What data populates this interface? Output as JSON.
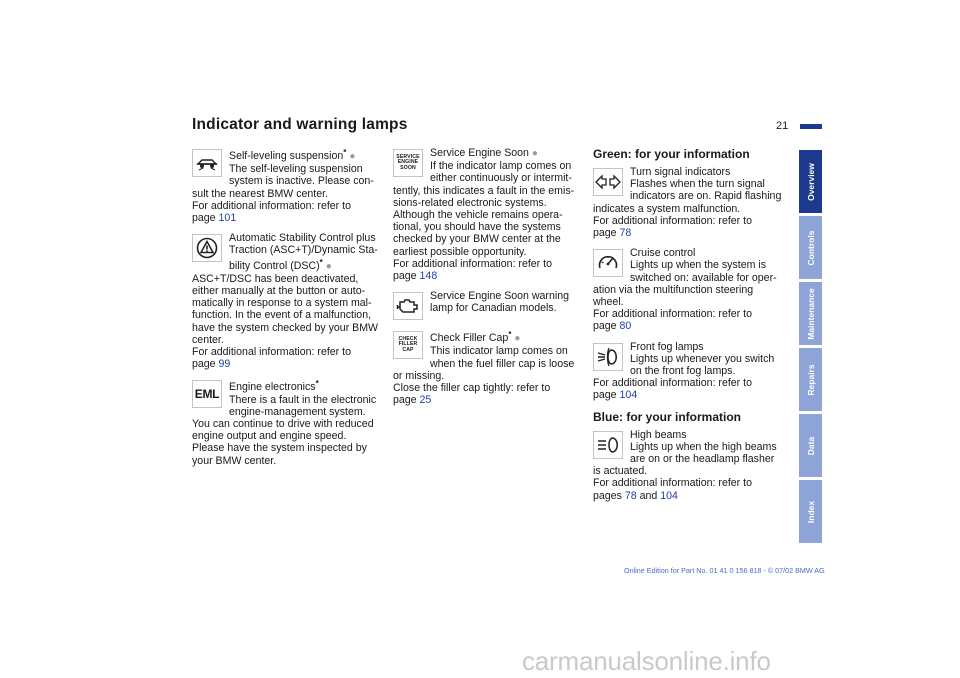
{
  "title": "Indicator and warning lamps",
  "page_number": "21",
  "col1": {
    "self_leveling": {
      "heading": "Self-leveling suspension",
      "star": "*",
      "dot": "●",
      "l1": "The self-leveling suspension",
      "l2": "system is inactive. Please con-",
      "l3": "sult the nearest BMW center.",
      "l4": "For additional information: refer to",
      "page_word": "page",
      "ref": "101"
    },
    "asc": {
      "l1": "Automatic Stability Control plus",
      "l2": "Traction (ASC+T)/Dynamic Sta-",
      "l3a": "bility Control (DSC)",
      "star": "*",
      "dot": "●",
      "l4": "ASC+T/DSC has been deactivated,",
      "l5": "either manually at the button or auto-",
      "l6": "matically in response to a system mal-",
      "l7": "function. In the event of a malfunction,",
      "l8": "have the system checked by your BMW",
      "l9": "center.",
      "l10": "For additional information: refer to",
      "page_word": "page",
      "ref": "99"
    },
    "engine_electronics": {
      "icon_label": "EML",
      "heading": "Engine electronics",
      "star": "*",
      "l1": "There is a fault in the electronic",
      "l2": "engine-management system.",
      "l3": "You can continue to drive with reduced",
      "l4": "engine output and engine speed.",
      "l5": "Please have the system inspected by",
      "l6": "your BMW center."
    }
  },
  "col2": {
    "service_engine_soon": {
      "icon_l1": "SERVICE",
      "icon_l2": "ENGINE",
      "icon_l3": "SOON",
      "heading": "Service Engine Soon",
      "dot": "●",
      "l1": "If the indicator lamp comes on",
      "l2": "either continuously or intermit-",
      "l3": "tently, this indicates a fault in the emis-",
      "l4": "sions-related electronic systems.",
      "l5": "Although the vehicle remains opera-",
      "l6": "tional, you should have the systems",
      "l7": "checked by your BMW center at the",
      "l8": "earliest possible opportunity.",
      "l9": "For additional information: refer to",
      "page_word": "page",
      "ref": "148"
    },
    "canada": {
      "l1": "Service Engine Soon warning",
      "l2": "lamp for Canadian models."
    },
    "check_filler_cap": {
      "icon_l1": "CHECK",
      "icon_l2": "FILLER",
      "icon_l3": "CAP",
      "heading": "Check Filler Cap",
      "star": "*",
      "dot": "●",
      "l1": "This indicator lamp comes on",
      "l2": "when the fuel filler cap is loose",
      "l3": "or missing.",
      "l4": "Close the filler cap tightly: refer to",
      "page_word": "page",
      "ref": "25"
    }
  },
  "col3": {
    "green_heading": "Green: for your information",
    "turn_signal": {
      "heading": "Turn signal indicators",
      "l1": "Flashes when the turn signal",
      "l2": "indicators are on. Rapid flashing",
      "l3": "indicates a system malfunction.",
      "l4": "For additional information: refer to",
      "page_word": "page",
      "ref": "78"
    },
    "cruise": {
      "heading": "Cruise control",
      "l1": "Lights up when the system is",
      "l2": "switched on: available for oper-",
      "l3": "ation via the multifunction steering",
      "l4": "wheel.",
      "l5": "For additional information: refer to",
      "page_word": "page",
      "ref": "80"
    },
    "fog": {
      "heading": "Front fog lamps",
      "l1": "Lights up whenever you switch",
      "l2": "on the front fog lamps.",
      "l3": "For additional information: refer to",
      "page_word": "page",
      "ref": "104"
    },
    "blue_heading": "Blue: for your information",
    "high_beams": {
      "heading": "High beams",
      "l1": "Lights up when the high beams",
      "l2": "are on or the headlamp flasher",
      "l3": "is actuated.",
      "l4": "For additional information: refer to",
      "pages_word": "pages",
      "ref1": "78",
      "and_word": "and",
      "ref2": "104"
    }
  },
  "tabs": [
    "Overview",
    "Controls",
    "Maintenance",
    "Repairs",
    "Data",
    "Index"
  ],
  "footer": "Online Edition for Part No. 01 41 0 156 818 - © 07/02 BMW AG",
  "watermark": "carmanualsonline.info",
  "colors": {
    "accent": "#1d3a8f",
    "tab_inactive": "#8ea3d6",
    "link": "#1f3fa8"
  }
}
